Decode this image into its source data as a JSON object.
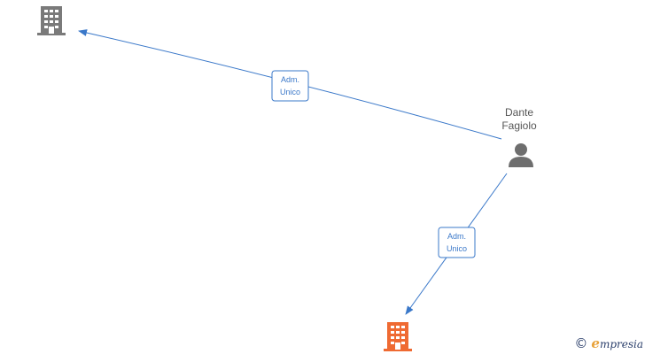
{
  "nodes": {
    "company_top": {
      "icon": "building-icon",
      "color": "#7a7a7a"
    },
    "company_bottom": {
      "icon": "building-icon",
      "color": "#ef6a32"
    },
    "person": {
      "icon": "person-icon",
      "color": "#6e6e6e",
      "name_line1": "Dante",
      "name_line2": "Fagiolo"
    }
  },
  "edges": [
    {
      "from": "person",
      "to": "company_top",
      "label_line1": "Adm.",
      "label_line2": "Unico",
      "color": "#3a78c9"
    },
    {
      "from": "person",
      "to": "company_bottom",
      "label_line1": "Adm.",
      "label_line2": "Unico",
      "color": "#3a78c9"
    }
  ],
  "footer": {
    "copyright": "©",
    "brand_initial": "e",
    "brand_rest": "mpresia"
  }
}
